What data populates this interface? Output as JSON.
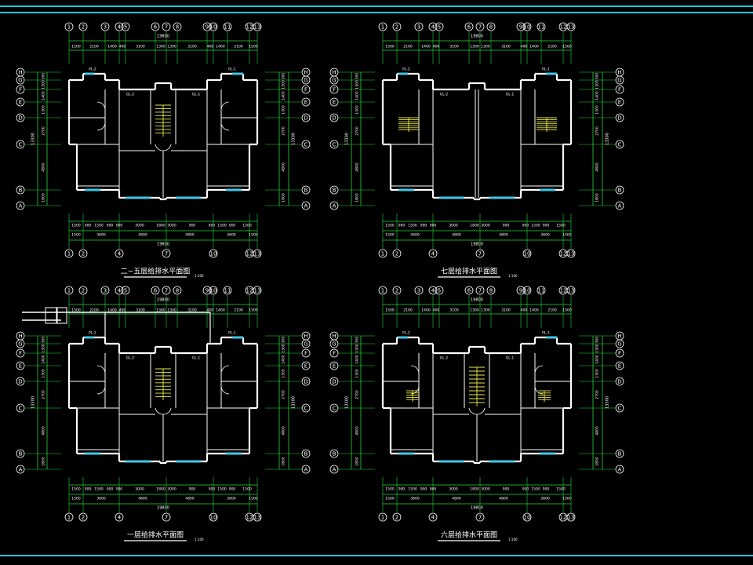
{
  "colors": {
    "background": "#000000",
    "frame": "#18c8d8",
    "wall": "#ffffff",
    "dimension": "#22d83c",
    "window": "#3ec8e8",
    "stair": "#e8e84a",
    "axis_text": "#ffffff",
    "dim_text": "#ffffff"
  },
  "col_labels_full": [
    "1",
    "2",
    "3",
    "4",
    "5",
    "6",
    "7",
    "8",
    "9",
    "10",
    "11",
    "12",
    "13"
  ],
  "col_labels_bottom": [
    "1",
    "2",
    "4",
    "7",
    "10",
    "12",
    "13"
  ],
  "row_labels": [
    "H",
    "G",
    "F",
    "E",
    "D",
    "C",
    "B",
    "A"
  ],
  "dims_top": [
    "1500",
    "2100",
    "1400",
    "400",
    "3100",
    "1300",
    "1300",
    "3100",
    "400",
    "1400",
    "2100",
    "1500"
  ],
  "dims_bottom_1": [
    "1500",
    "900",
    "1500",
    "900",
    "900",
    "3000",
    "1800",
    "3000",
    "900",
    "900",
    "1500",
    "900",
    "1500"
  ],
  "dims_bottom_2": [
    "1500",
    "3600",
    "4800",
    "4800",
    "3600",
    "1500"
  ],
  "dims_left": [
    "300",
    "1300",
    "1400",
    "1300",
    "2700",
    "4800",
    "1800"
  ],
  "overall_width": "19800",
  "overall_depth": "13300",
  "pipe_labels": [
    "PL-2",
    "PL-1"
  ],
  "room_labels": [
    "GL-2",
    "GL-1"
  ],
  "plans": [
    {
      "id": "plan-2-5",
      "title": "二~五层给排水平面图",
      "scale": "1:100"
    },
    {
      "id": "plan-7",
      "title": "七层给排水平面图",
      "scale": "1:100"
    },
    {
      "id": "plan-1",
      "title": "一层给排水平面图",
      "scale": "1:100"
    },
    {
      "id": "plan-6",
      "title": "六层给排水平面图",
      "scale": "1:100"
    }
  ]
}
